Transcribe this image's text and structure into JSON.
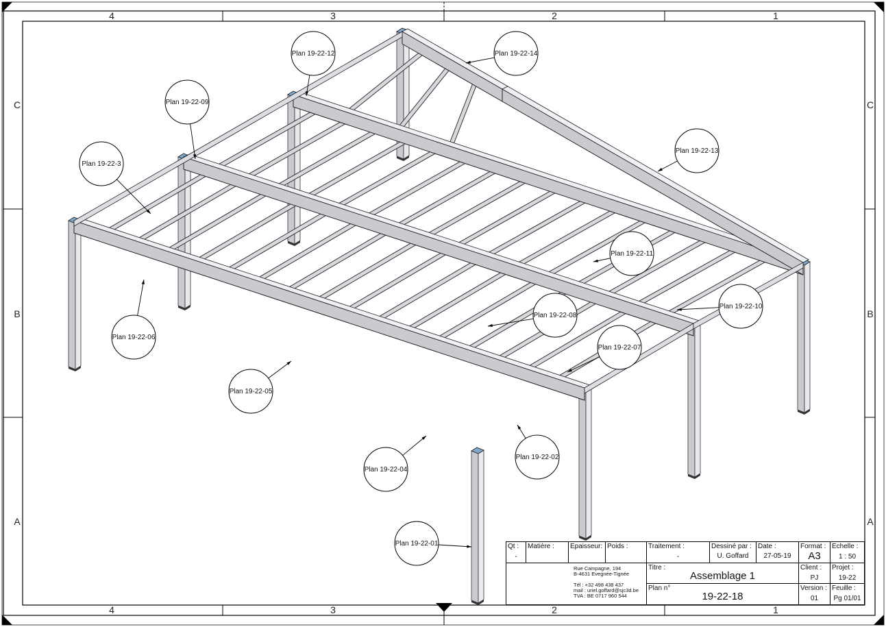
{
  "zones": {
    "columns_top": [
      "4",
      "3",
      "2",
      "1"
    ],
    "columns_bottom": [
      "4",
      "3",
      "2",
      "1"
    ],
    "rows_left": [
      "C",
      "B",
      "A"
    ],
    "rows_right": [
      "C",
      "B",
      "A"
    ]
  },
  "callouts": [
    "Plan 19-22-12",
    "Plan 19-22-14",
    "Plan 19-22-09",
    "Plan 19-22-3",
    "Plan 19-22-13",
    "Plan 19-22-11",
    "Plan 19-22-10",
    "Plan 19-22-06",
    "Plan 19-22-08",
    "Plan 19-22-07",
    "Plan 19-22-05",
    "Plan 19-22-02",
    "Plan 19-22-04",
    "Plan 19-22-01"
  ],
  "title_block": {
    "qt_label": "Qt :",
    "qt_value": "-",
    "matiere_label": "Matière :",
    "epaisseur_label": "Epaisseur:",
    "poids_label": "Poids :",
    "traitement_label": "Traitement :",
    "traitement_value": "-",
    "dessine_label": "Dessiné par :",
    "dessine_value": "U. Goffard",
    "date_label": "Date :",
    "date_value": "27-05-19",
    "format_label": "Format :",
    "format_value": "A3",
    "echelle_label": "Echelle :",
    "echelle_value": "1 : 50",
    "titre_label": "Titre :",
    "titre_value": "Assemblage 1",
    "client_label": "Client :",
    "client_value": "PJ",
    "projet_label": "Projet :",
    "projet_value": "19-22",
    "plan_label": "Plan n°",
    "plan_value": "19-22-18",
    "version_label": "Version :",
    "version_value": "01",
    "feuille_label": "Feuille :",
    "feuille_value": "Pg  01/01",
    "address_1": "Rue Campagne, 194",
    "address_2": "B-4631 Evegnée-Tignée",
    "address_3": "Tél : +32 498 438 437",
    "address_4": "mail : uriel.goffard@sjc3d.be",
    "address_5": "TVA : BE 0717 960 544"
  },
  "colors": {
    "steel": "#c9cbd0",
    "steel_dark": "#7a7d84",
    "cap": "#7fa7c9",
    "line": "#000000"
  }
}
